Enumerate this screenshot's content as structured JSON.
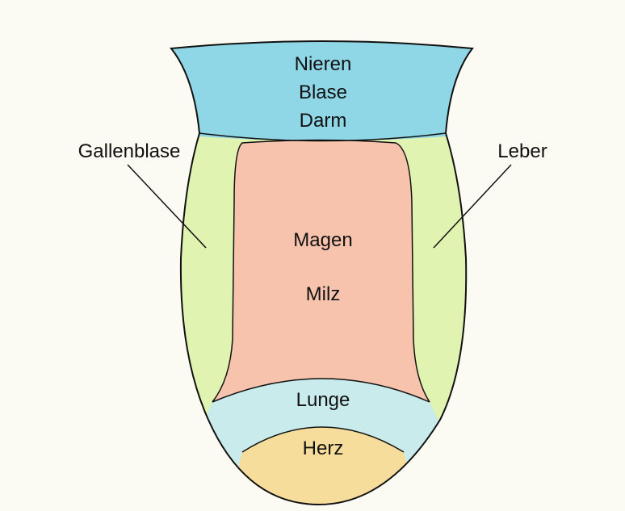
{
  "labels": {
    "top": [
      "Nieren",
      "Blase",
      "Darm"
    ],
    "center": [
      "Magen",
      "Milz"
    ],
    "lunge": "Lunge",
    "herz": "Herz",
    "left": "Gallenblase",
    "right": "Leber"
  },
  "colors": {
    "background": "#fbfaf3",
    "outline": "#111111",
    "nieren_blase_darm": "#8fd6e6",
    "leber_gallenblase": "#e0f3b0",
    "magen_milz": "#f8c3ad",
    "lunge": "#c9ebec",
    "herz": "#f7dd9c"
  }
}
